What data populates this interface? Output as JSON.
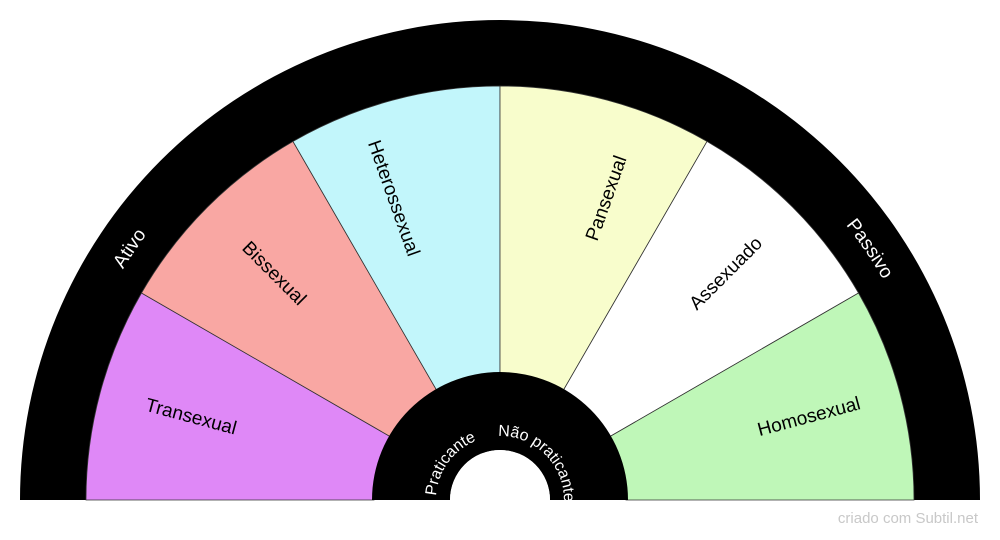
{
  "wheel": {
    "segments": [
      {
        "label": "Transexual",
        "color": "#df88f7"
      },
      {
        "label": "Bissexual",
        "color": "#f9a7a3"
      },
      {
        "label": "Heterossexual",
        "color": "#c2f6fb"
      },
      {
        "label": "Pansexual",
        "color": "#f8fdcc"
      },
      {
        "label": "Assexuado",
        "color": "#ffffff"
      },
      {
        "label": "Homosexual",
        "color": "#bff7b8"
      }
    ],
    "outer_ring": {
      "left_label": "Ativo",
      "right_label": "Passivo",
      "color": "#000000"
    },
    "inner_ring": {
      "left_label": "Praticante",
      "right_label": "Não praticante",
      "color": "#000000"
    }
  },
  "footer": {
    "credit": "criado com Subtil.net"
  }
}
